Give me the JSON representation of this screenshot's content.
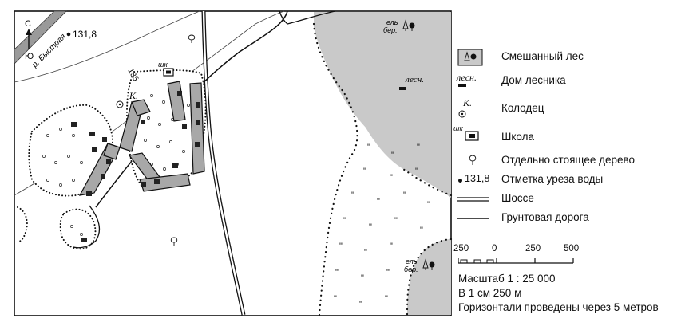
{
  "map": {
    "north_letter": "С",
    "south_letter": "Ю",
    "river_label": "р. Быстрая",
    "water_mark_value": "131,8",
    "contour_value": "135",
    "well_label": "К.",
    "school_label": "шк",
    "forester_label": "лесн.",
    "forest_top_label": {
      "species": "ель",
      "height": "бер."
    },
    "forest_bottom_label": {
      "species": "ель",
      "height": "бер."
    }
  },
  "legend": {
    "items": [
      {
        "name": "mixed-forest",
        "symbol_text": "",
        "label": "Смешанный лес"
      },
      {
        "name": "forester-house",
        "symbol_text": "лесн.",
        "label": "Дом лесника"
      },
      {
        "name": "well",
        "symbol_text": "К.",
        "label": "Колодец"
      },
      {
        "name": "school",
        "symbol_text": "шк",
        "label": "Школа"
      },
      {
        "name": "single-tree",
        "symbol_text": "",
        "label": "Отдельно стоящее дерево"
      },
      {
        "name": "water-mark",
        "symbol_text": "131,8",
        "label": "Отметка уреза воды"
      },
      {
        "name": "highway",
        "symbol_text": "",
        "label": "Шоссе"
      },
      {
        "name": "dirt-road",
        "symbol_text": "",
        "label": "Грунтовая дорога"
      }
    ]
  },
  "scale": {
    "ticks": [
      "250",
      "0",
      "250",
      "500"
    ],
    "ratio_text": "Масштаб 1 : 25 000",
    "cm_text": "В 1 см 250 м",
    "contour_text": "Горизонтали проведены через 5 метров"
  },
  "colors": {
    "forest_fill": "#c9c9c9",
    "buildings": "#a8a8a8",
    "line": "#111111"
  }
}
